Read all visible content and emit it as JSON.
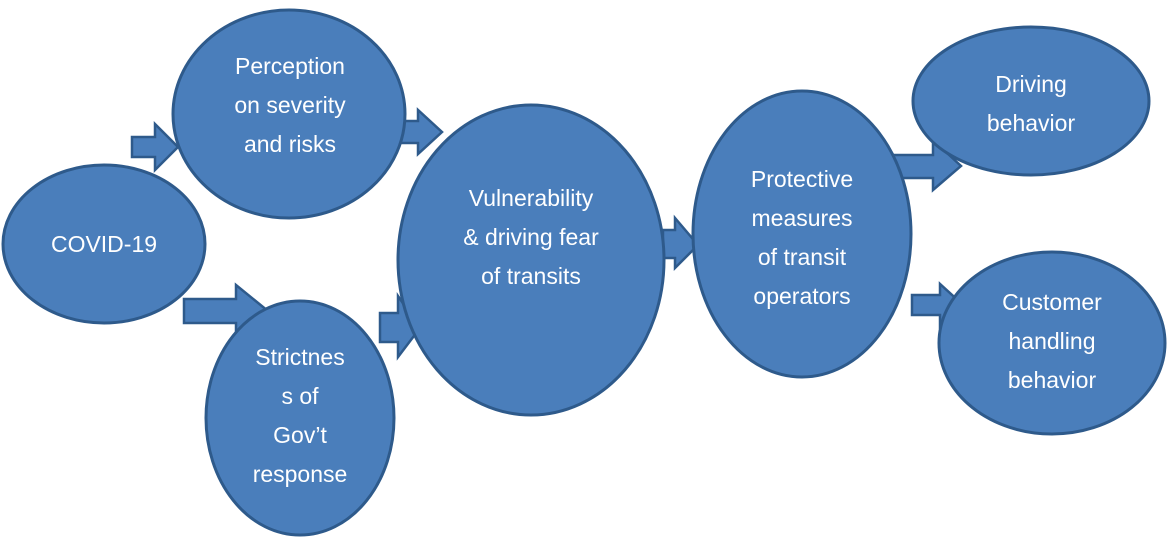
{
  "colors": {
    "node_fill": "#4a7ebb",
    "node_stroke": "#2e5a8b",
    "text": "#ffffff"
  },
  "nodes": {
    "covid": {
      "lines": [
        "COVID-19"
      ]
    },
    "perception": {
      "lines": [
        "Perception",
        "on severity",
        "and risks"
      ]
    },
    "strictness": {
      "lines": [
        "Strictnes",
        "s of",
        "Gov’t",
        "response"
      ]
    },
    "vulnerability": {
      "lines": [
        "Vulnerability",
        "& driving fear",
        "of transits"
      ]
    },
    "protective": {
      "lines": [
        "Protective",
        "measures",
        "of transit",
        "operators"
      ]
    },
    "driving": {
      "lines": [
        "Driving",
        "behavior"
      ]
    },
    "customer": {
      "lines": [
        "Customer",
        "handling",
        "behavior"
      ]
    }
  }
}
